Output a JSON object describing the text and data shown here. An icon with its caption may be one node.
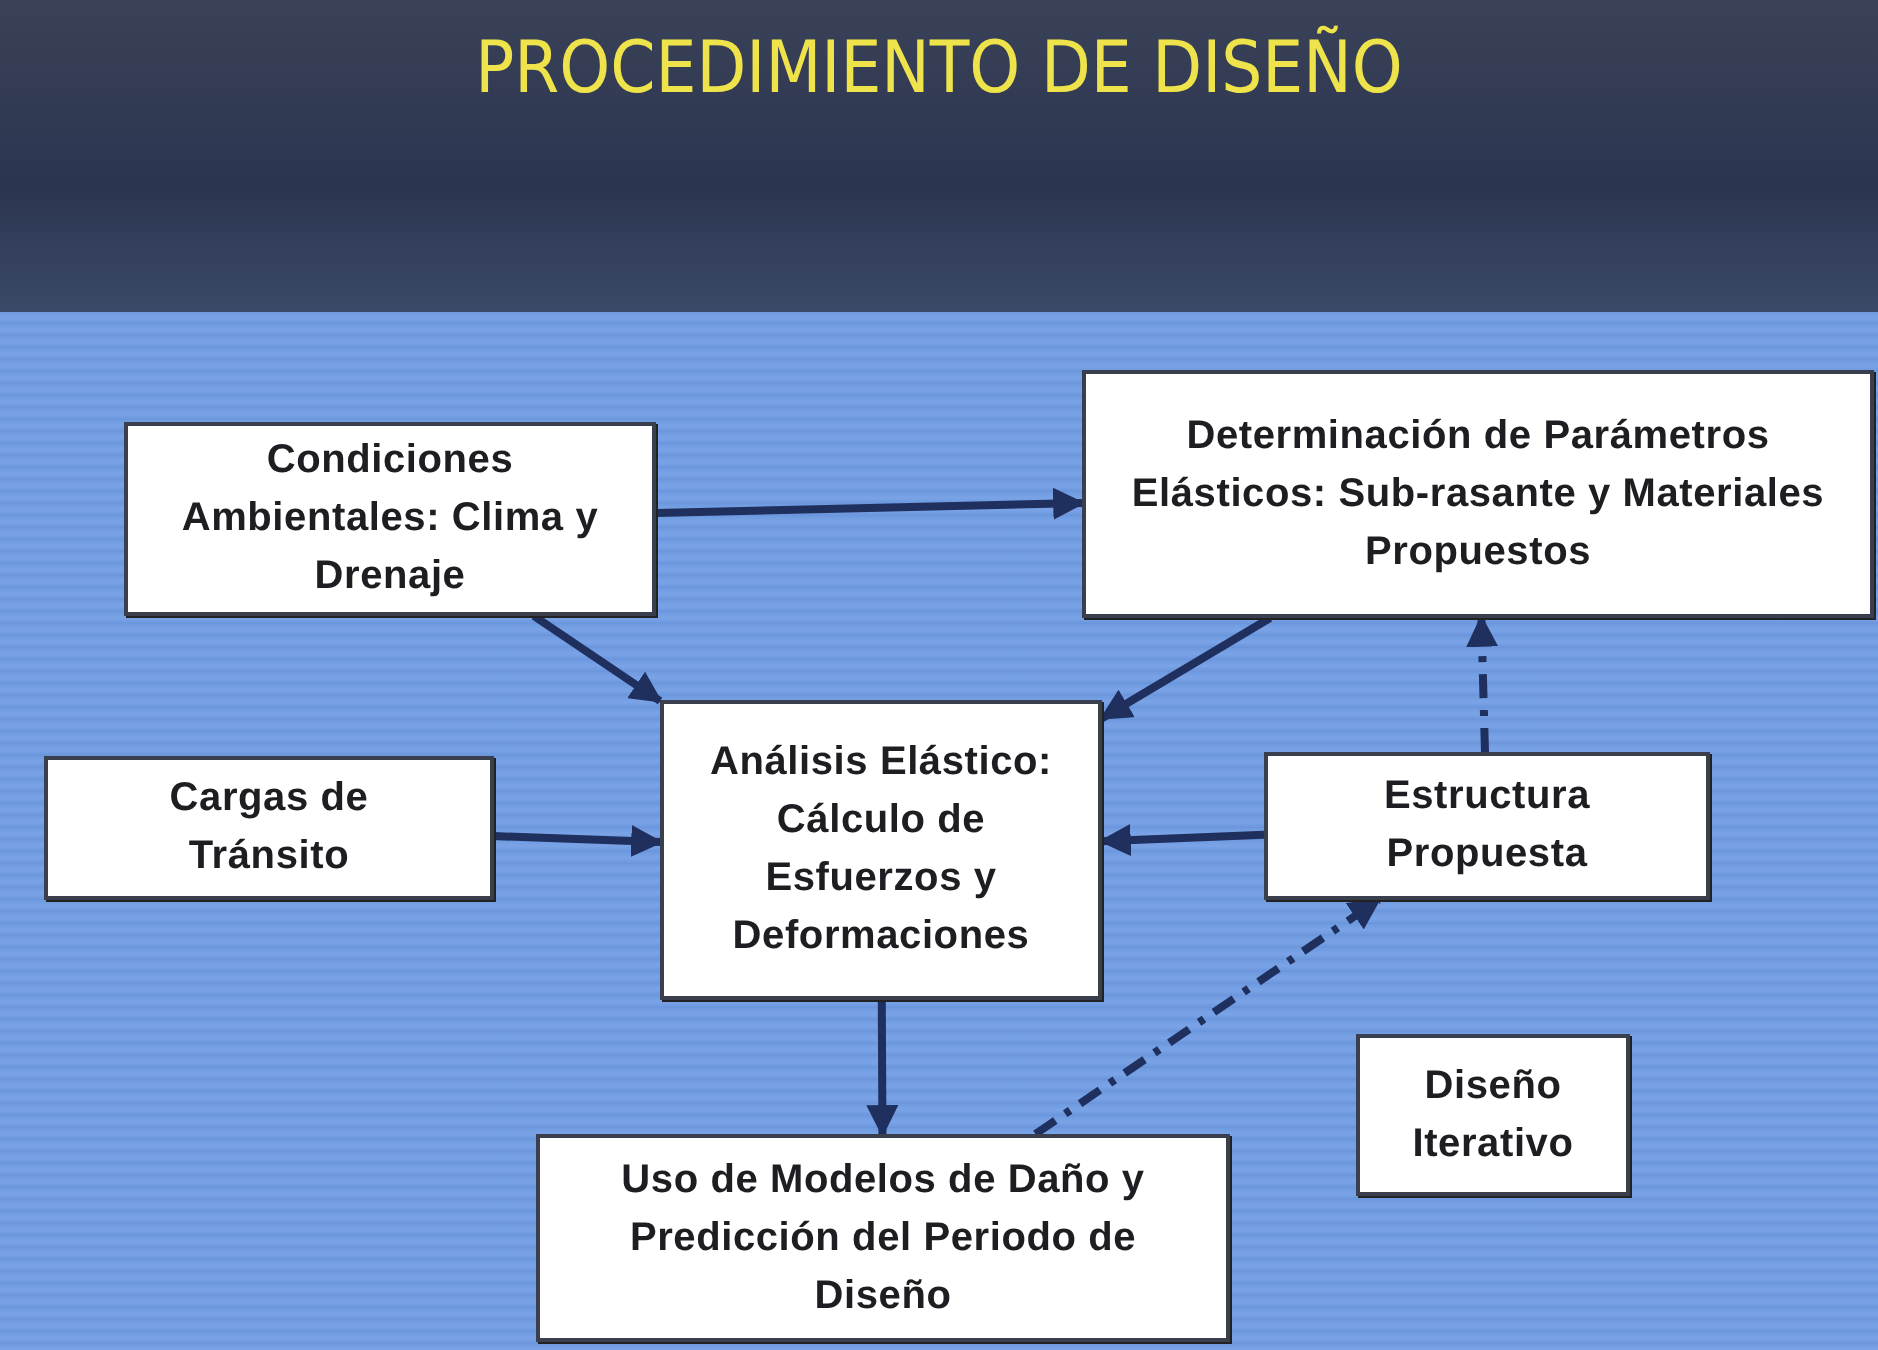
{
  "diagram": {
    "title": "PROCEDIMIENTO DE DISEÑO",
    "nodes": [
      {
        "text": [
          "Condiciones Ambientales: Clima y Drenaje"
        ]
      },
      {
        "text": [
          "Determinación de Parámetros Elásticos: Sub-rasante y Materiales Propuestos"
        ]
      },
      {
        "text": [
          "Cargas de Tránsito"
        ]
      },
      {
        "text": [
          "Análisis Elástico: Cálculo de Esfuerzos y Deformaciones"
        ]
      },
      {
        "text": [
          "Estructura Propuesta"
        ]
      },
      {
        "text": [
          "Uso de Modelos de Daño y Predicción del Periodo de Diseño"
        ]
      },
      {
        "text": [
          "Diseño Iterativo"
        ]
      }
    ],
    "edges": [
      {
        "from": 0,
        "to": 1,
        "arrow": "to"
      },
      {
        "from": 0,
        "to": 3,
        "arrow": "to"
      },
      {
        "from": 1,
        "to": 3,
        "arrow": "to"
      },
      {
        "from": 2,
        "to": 3,
        "arrow": "to"
      },
      {
        "from": 4,
        "to": 3,
        "arrow": "to"
      },
      {
        "from": 4,
        "to": 1,
        "arrow": "to",
        "style": "dashed"
      },
      {
        "from": 3,
        "to": 5,
        "arrow": "to"
      },
      {
        "from": 5,
        "to": 4,
        "arrow": "to",
        "style": "dashed"
      }
    ]
  }
}
